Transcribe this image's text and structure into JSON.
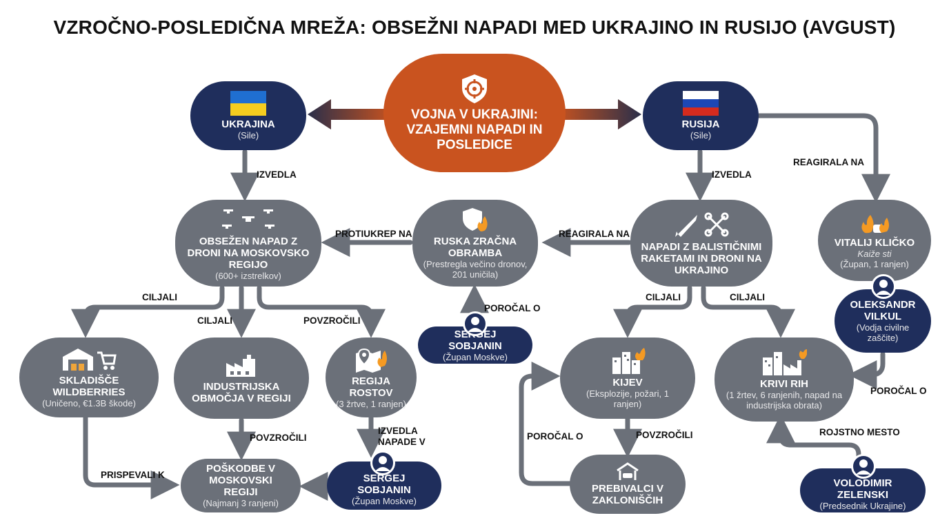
{
  "title": "VZROČNO-POSLEDIČNA MREŽA: OBSEŽNI NAPADI MED UKRAJINO IN RUSIJO (AVGUST)",
  "colors": {
    "gray": "#6b7079",
    "navy": "#1f2e5c",
    "orange": "#c9531f",
    "edge": "#6b7079"
  },
  "nodes": {
    "center": {
      "title": "VOJNA V UKRAJINI: VZAJEMNI NAPADI IN POSLEDICE",
      "icon": "shield-target-icon"
    },
    "ukraine": {
      "title": "UKRAJINA",
      "sub": "(Sile)",
      "icon": "ukraine-flag-icon"
    },
    "russia": {
      "title": "RUSIJA",
      "sub": "(Sile)",
      "icon": "russia-flag-icon"
    },
    "drone_attack": {
      "title": "OBSEŽEN NAPAD Z DRONI NA MOSKOVSKO REGIJO",
      "sub": "(600+ izstrelkov)",
      "icon": "drones-icon"
    },
    "air_defense": {
      "title": "RUSKA ZRAČNA OBRAMBA",
      "sub": "(Prestregla večino dronov, 201 uničila)",
      "icon": "shield-fire-icon"
    },
    "ballistic": {
      "title": "NAPADI Z BALISTIČNIMI RAKETAMI IN DRONI NA UKRAJINO",
      "icon": "missile-drone-icon"
    },
    "klitschko": {
      "title": "VITALIJ KLIČKO",
      "sub1": "Kaiže sti",
      "sub2": "(Župan, 1 ranjen)",
      "icon": "fire-icon"
    },
    "sobyanin_top": {
      "title": "SERGEJ SOBJANIN",
      "sub": "(Župan Moskve)"
    },
    "vilkul": {
      "title": "OLEKSANDR VILKUL",
      "sub": "(Vodja civilne zaščite)"
    },
    "wildberries": {
      "title": "SKLADIŠČE WILDBERRIES",
      "sub": "(Uničeno, €1.3B škode)",
      "icon": "warehouse-cart-icon"
    },
    "industrial": {
      "title": "INDUSTRIJSKA OBMOČJA V REGIJI",
      "icon": "factory-icon"
    },
    "rostov": {
      "title": "REGIJA ROSTOV",
      "sub": "(3 žrtve, 1 ranjen)",
      "icon": "map-pin-fire-icon"
    },
    "kyiv": {
      "title": "KIJEV",
      "sub": "(Eksplozije, požari, 1 ranjen)",
      "icon": "city-fire-icon"
    },
    "kryvyi_rih": {
      "title": "KRIVI RIH",
      "sub": "(1 žrtev, 6 ranjenih, napad na industrijska obrata)",
      "icon": "factory-fire-icon"
    },
    "damage": {
      "title": "POŠKODBE V MOSKOVSKI REGIJI",
      "sub": "(Najmanj 3 ranjeni)"
    },
    "sobyanin_bottom": {
      "title": "SERGEJ SOBJANIN",
      "sub": "(Župan Moskve)"
    },
    "residents": {
      "title": "PREBIVALCI V ZAKLONIŠČIH",
      "icon": "garage-shelter-icon"
    },
    "zelensky": {
      "title": "VOLODIMIR ZELENSKI",
      "sub": "(Predsednik Ukrajine)"
    }
  },
  "edges": {
    "izvedla_ua": "IZVEDLA",
    "izvedla_ru": "IZVEDLA",
    "reagirala_right": "REAGIRALA NA",
    "reagirala_mid": "REAGIRALA NA",
    "protiukrep": "PROTIUKREP NA",
    "porocal_sobyanin": "POROČAL O",
    "ciljali_1": "CILJALI",
    "ciljali_2": "CILJALI",
    "povzrocili_rostov": "POVZROČILI",
    "ciljali_kyiv": "CILJALI",
    "ciljali_kr": "CILJALI",
    "povzrocili_ind": "POVZROČILI",
    "izvedla_napade": "IZVEDLA NAPADE V",
    "prispevali": "PRISPEVALI K",
    "porocal_kyiv": "POROČAL O",
    "povzrocili_kyiv": "POVZROČILI",
    "rojstno": "ROJSTNO MESTO",
    "porocal_vilkul": "POROČAL O"
  }
}
